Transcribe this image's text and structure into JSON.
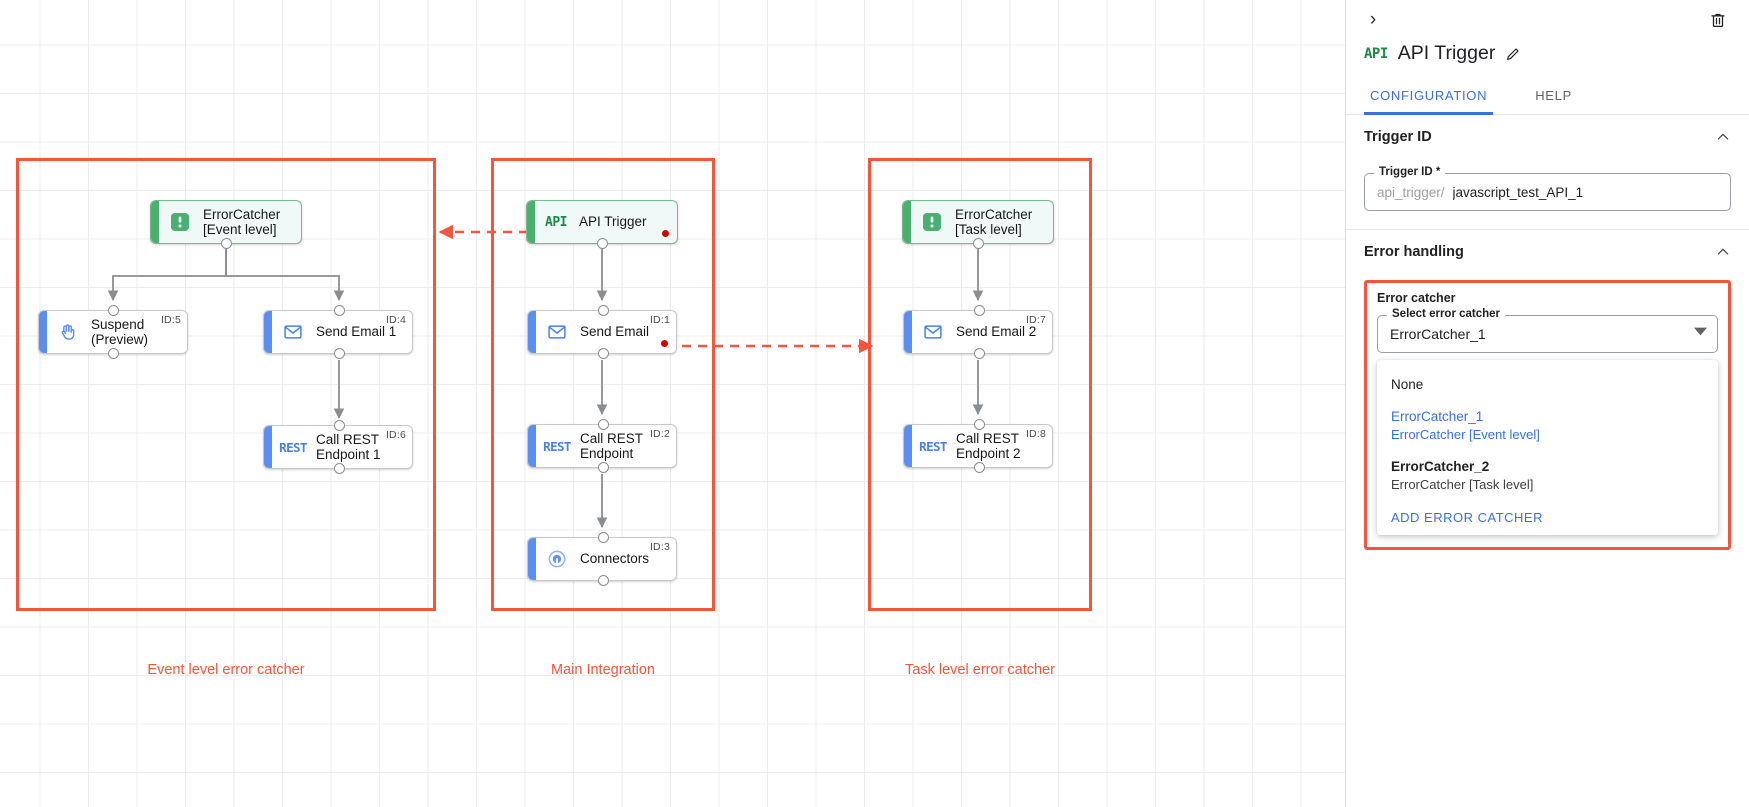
{
  "canvas": {
    "groups": [
      {
        "caption": "Event level error catcher"
      },
      {
        "caption": "Main Integration"
      },
      {
        "caption": "Task level error catcher"
      }
    ],
    "nodes": {
      "errorcatcher_event": {
        "label": "ErrorCatcher\n[Event level]",
        "icon": "error-catcher-icon",
        "id": ""
      },
      "suspend": {
        "label": "Suspend\n(Preview)",
        "icon": "hand-icon",
        "id": "ID:5"
      },
      "send_email_1": {
        "label": "Send Email 1",
        "icon": "envelope-icon",
        "id": "ID:4"
      },
      "call_rest_1": {
        "label": "Call REST\nEndpoint 1",
        "icon": "rest-icon",
        "id": "ID:6"
      },
      "api_trigger": {
        "label": "API Trigger",
        "icon": "api-icon",
        "id": ""
      },
      "send_email": {
        "label": "Send Email",
        "icon": "envelope-icon",
        "id": "ID:1"
      },
      "call_rest": {
        "label": "Call REST\nEndpoint",
        "icon": "rest-icon",
        "id": "ID:2"
      },
      "connectors": {
        "label": "Connectors",
        "icon": "connectors-icon",
        "id": "ID:3"
      },
      "errorcatcher_task": {
        "label": "ErrorCatcher\n[Task level]",
        "icon": "error-catcher-icon",
        "id": ""
      },
      "send_email_2": {
        "label": "Send Email 2",
        "icon": "envelope-icon",
        "id": "ID:7"
      },
      "call_rest_2": {
        "label": "Call REST\nEndpoint 2",
        "icon": "rest-icon",
        "id": "ID:8"
      }
    },
    "colors": {
      "group_border": "#f4553d",
      "caption": "#f4553d",
      "task_accent": "#5a8ef0",
      "trigger_accent": "#4caf72",
      "error_dot": "#d70000",
      "edge": "#8a8d91"
    }
  },
  "panel": {
    "collapse_chevron": "›",
    "title_icon_text": "API",
    "title": "API Trigger",
    "tabs": [
      {
        "label": "CONFIGURATION",
        "active": true
      },
      {
        "label": "HELP",
        "active": false
      }
    ],
    "trigger_id_section": {
      "heading": "Trigger ID",
      "field_label": "Trigger ID *",
      "prefix": "api_trigger/",
      "value": "javascript_test_API_1"
    },
    "error_handling_section": {
      "heading": "Error handling",
      "error_catcher_title": "Error catcher",
      "select_label": "Select error catcher",
      "selected_value": "ErrorCatcher_1",
      "options": [
        {
          "primary": "None",
          "secondary": "",
          "selected": false,
          "bold": false
        },
        {
          "primary": "ErrorCatcher_1",
          "secondary": "ErrorCatcher [Event level]",
          "selected": true,
          "bold": false
        },
        {
          "primary": "ErrorCatcher_2",
          "secondary": "ErrorCatcher [Task level]",
          "selected": false,
          "bold": true
        }
      ],
      "add_action": "ADD ERROR CATCHER"
    },
    "accent_color": "#3b6fe0"
  }
}
